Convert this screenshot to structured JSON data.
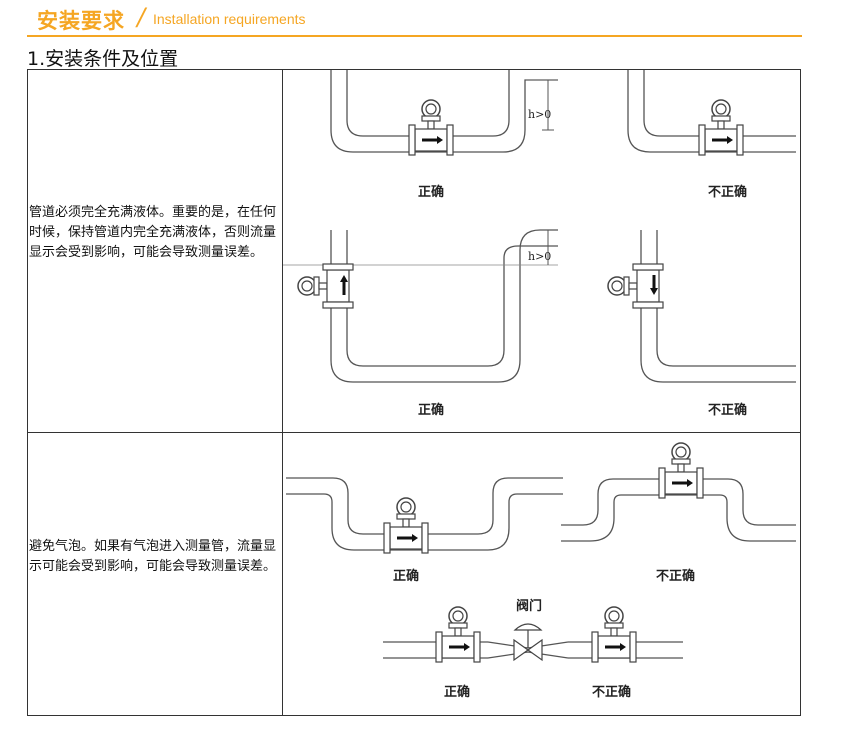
{
  "header": {
    "title": "安装要求",
    "subtitle": "Installation requirements"
  },
  "section": {
    "title": "1.安装条件及位置"
  },
  "rows": [
    {
      "description": "管道必须完全充满液体。重要的是，在任何时候，保持管道内完全充满液体，否则流量显示会受到影响，可能会导致测量误差。",
      "labels": {
        "top_left": "正确",
        "top_right": "不正确",
        "bottom_left": "正确",
        "bottom_right": "不正确",
        "height_marker_1": "h>0",
        "height_marker_2": "h>0"
      }
    },
    {
      "description": "避免气泡。如果有气泡进入测量管，流量显示可能会受到影响，可能会导致测量误差。",
      "labels": {
        "top_left": "正确",
        "top_right": "不正确",
        "valve": "阀门",
        "bottom_left": "正确",
        "bottom_right": "不正确"
      }
    }
  ],
  "colors": {
    "accent": "#f5a623",
    "line": "#333333",
    "pipe": "#555555"
  }
}
